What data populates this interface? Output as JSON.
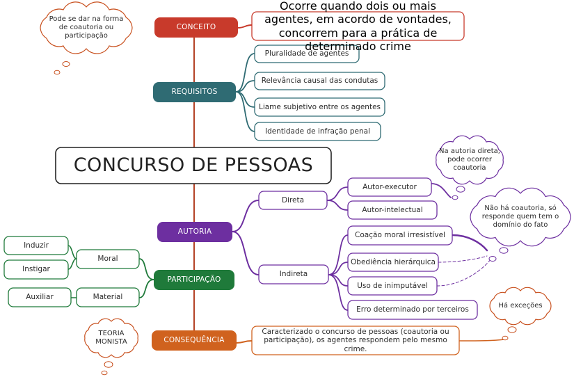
{
  "title": "CONCURSO DE PESSOAS",
  "colors": {
    "conceito": "#c83a2b",
    "requisitos": "#2f6b73",
    "autoria": "#6d2fa0",
    "participacao": "#1f7a3a",
    "consequencia": "#d0621e",
    "spine": "#b5462a",
    "cloud_stroke": "#c8501e"
  },
  "branches": {
    "conceito": {
      "label": "CONCEITO",
      "definition": "Ocorre quando dois ou mais agentes, em acordo de vontades, concorrem para a prática de determinado crime",
      "cloud": "Pode se dar na forma de coautoria ou participação"
    },
    "requisitos": {
      "label": "REQUISITOS",
      "items": [
        "Pluralidade de agentes",
        "Relevância causal das condutas",
        "Liame subjetivo entre os agentes",
        "Identidade de infração penal"
      ]
    },
    "autoria": {
      "label": "AUTORIA",
      "direta": {
        "label": "Direta",
        "items": [
          "Autor-executor",
          "Autor-intelectual"
        ],
        "cloud": "Na autoria direta, pode ocorrer coautoria"
      },
      "indireta": {
        "label": "Indireta",
        "items": [
          "Coação moral irresistível",
          "Obediência hierárquica",
          "Uso de inimputável",
          "Erro determinado por terceiros"
        ],
        "cloud": "Não há coautoria, só responde quem tem o domínio do fato"
      }
    },
    "participacao": {
      "label": "PARTICIPAÇÃO",
      "moral": {
        "label": "Moral",
        "items": [
          "Induzir",
          "Instigar"
        ]
      },
      "material": {
        "label": "Material",
        "items": [
          "Auxiliar"
        ]
      }
    },
    "consequencia": {
      "label": "CONSEQUÊNCIA",
      "definition": "Caracterizado o concurso de pessoas (coautoria ou participação), os agentes respondem pelo mesmo crime.",
      "cloud_left": "TEORIA MONISTA",
      "cloud_right": "Há exceções"
    }
  }
}
